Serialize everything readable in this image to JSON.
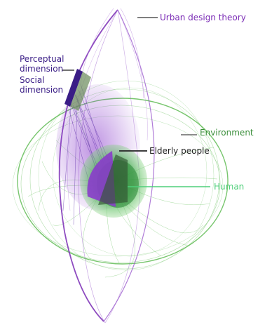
{
  "labels": {
    "urban_design_theory": "Urban design theory",
    "perceptual_line1": "Perceptual",
    "perceptual_line2": "dimension",
    "social_line1": "Social",
    "social_line2": "dimension",
    "environment": "Environment",
    "elderly_people": "Elderly people",
    "human": "Human"
  },
  "colors": {
    "urban": "#7a2bb5",
    "urban_light": "#b07cd8",
    "dimension_dark": "#3a1d86",
    "environment": "#56b84a",
    "environment_light": "#9fd995",
    "human": "#4fcf7a",
    "elderly": "#222222",
    "background": "#ffffff"
  }
}
